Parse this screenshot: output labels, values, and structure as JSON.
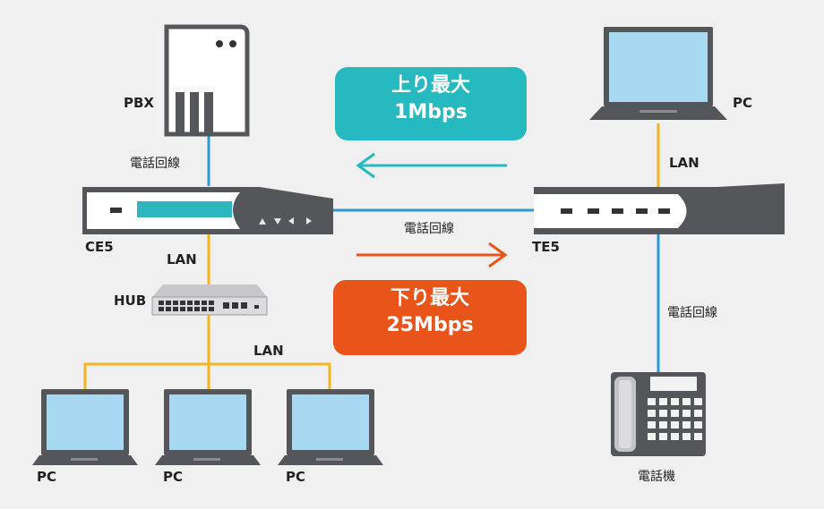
{
  "nodes": {
    "pbx": "PBX",
    "ce5": "CE5",
    "te5": "TE5",
    "hub": "HUB",
    "pc_top_right": "PC",
    "pc_bottom_1": "PC",
    "pc_bottom_2": "PC",
    "pc_bottom_3": "PC",
    "telephone": "電話機"
  },
  "links": {
    "pbx_ce5": "電話回線",
    "ce5_te5": "電話回線",
    "te5_phone": "電話回線",
    "ce5_hub": "LAN",
    "hub_pcs": "LAN",
    "pc_te5": "LAN"
  },
  "badges": {
    "upstream": {
      "line1": "上り最大",
      "line2": "1Mbps"
    },
    "downstream": {
      "line1": "下り最大",
      "line2": "25Mbps"
    }
  },
  "colors": {
    "phone_line": "#2c9ad6",
    "lan_line": "#f5b51c",
    "upstream": "#26b9bf",
    "downstream": "#e8541a",
    "device_dark": "#55565a",
    "screen": "#a8d8f2"
  }
}
